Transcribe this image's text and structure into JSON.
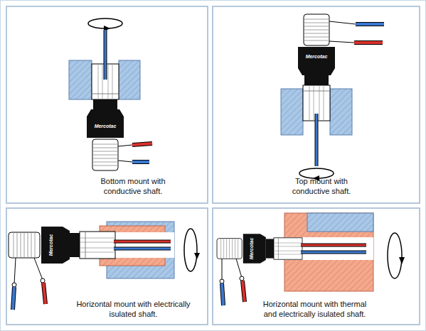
{
  "diagram": {
    "nodes": [
      {
        "text": [
          "Bottom mount with conductive shaft."
        ]
      },
      {
        "text": [
          "Top mount with conductive shaft."
        ]
      },
      {
        "text": [
          "Horizontal mount with electrically isulated shaft."
        ]
      },
      {
        "text": [
          "Horizontal mount with thermal and electrically isulated shaft."
        ]
      }
    ],
    "labels": [
      "Mercotac",
      "Mercotac",
      "Mercotac",
      "Mercotac"
    ]
  }
}
